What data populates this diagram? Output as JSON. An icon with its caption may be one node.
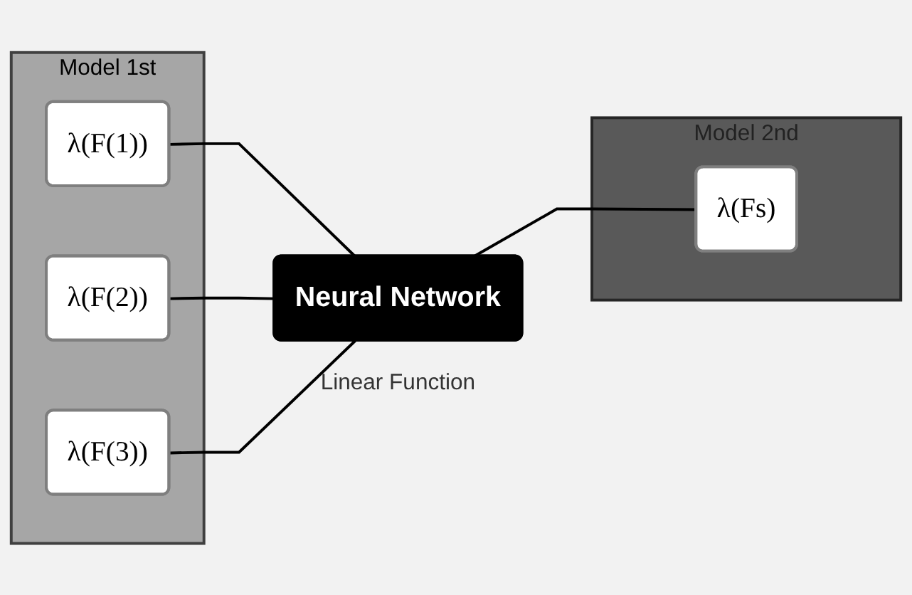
{
  "diagram": {
    "nodes": [
      {
        "text": [
          "Model 1st"
        ]
      },
      {
        "text": [
          "λ(F(1))"
        ],
        "in": 0
      },
      {
        "text": [
          "λ(F(2))"
        ],
        "in": 0
      },
      {
        "text": [
          "λ(F(3))"
        ],
        "in": 0
      },
      {
        "text": [
          "Neural Network"
        ],
        "beside": [
          "Linear Function"
        ]
      },
      {
        "text": [
          "Model 2nd"
        ]
      },
      {
        "text": [
          "λ(Fs)"
        ],
        "in": 5
      }
    ],
    "edges": [
      {
        "from": 1,
        "to": 4,
        "arrow": "none"
      },
      {
        "from": 2,
        "to": 4,
        "arrow": "none"
      },
      {
        "from": 3,
        "to": 4,
        "arrow": "none"
      },
      {
        "from": 4,
        "to": 6,
        "arrow": "none"
      }
    ]
  }
}
